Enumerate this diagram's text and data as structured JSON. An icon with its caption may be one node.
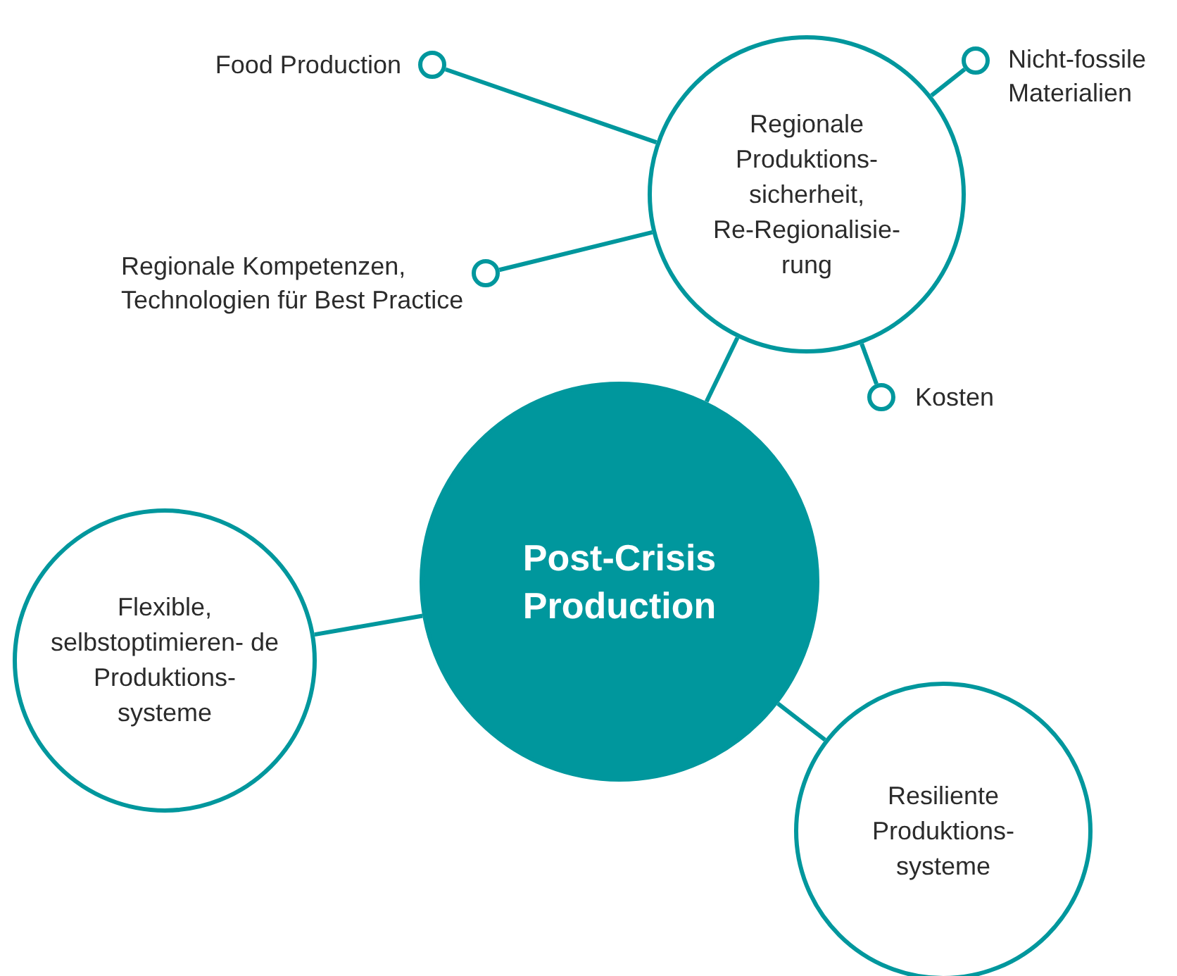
{
  "diagram": {
    "nodes": [
      {
        "text": [
          "Post-Crisis Production"
        ]
      },
      {
        "text": [
          "Regionale Produktions- sicherheit, Re-Regionalisie- rung"
        ]
      },
      {
        "text": [
          "Flexible, selbstoptimieren- de Produktions- systeme"
        ]
      },
      {
        "text": [
          "Resiliente Produktions- systeme"
        ]
      },
      {
        "text": [],
        "shape": "circle",
        "beside": [
          "Food Production"
        ]
      },
      {
        "text": [],
        "shape": "circle",
        "beside": [
          "Nicht-fossile Materialien"
        ]
      },
      {
        "text": [],
        "shape": "circle",
        "beside": [
          "Regionale Kompetenzen, Technologien für Best Practice"
        ]
      },
      {
        "text": [],
        "shape": "circle",
        "beside": [
          "Kosten"
        ]
      }
    ],
    "edges": [
      {
        "from": 0,
        "to": 1,
        "arrow": "none"
      },
      {
        "from": 0,
        "to": 2,
        "arrow": "none"
      },
      {
        "from": 0,
        "to": 3,
        "arrow": "none"
      },
      {
        "from": 4,
        "to": 1,
        "arrow": "none"
      },
      {
        "from": 5,
        "to": 1,
        "arrow": "none"
      },
      {
        "from": 6,
        "to": 1,
        "arrow": "none"
      },
      {
        "from": 7,
        "to": 1,
        "arrow": "none"
      }
    ]
  }
}
